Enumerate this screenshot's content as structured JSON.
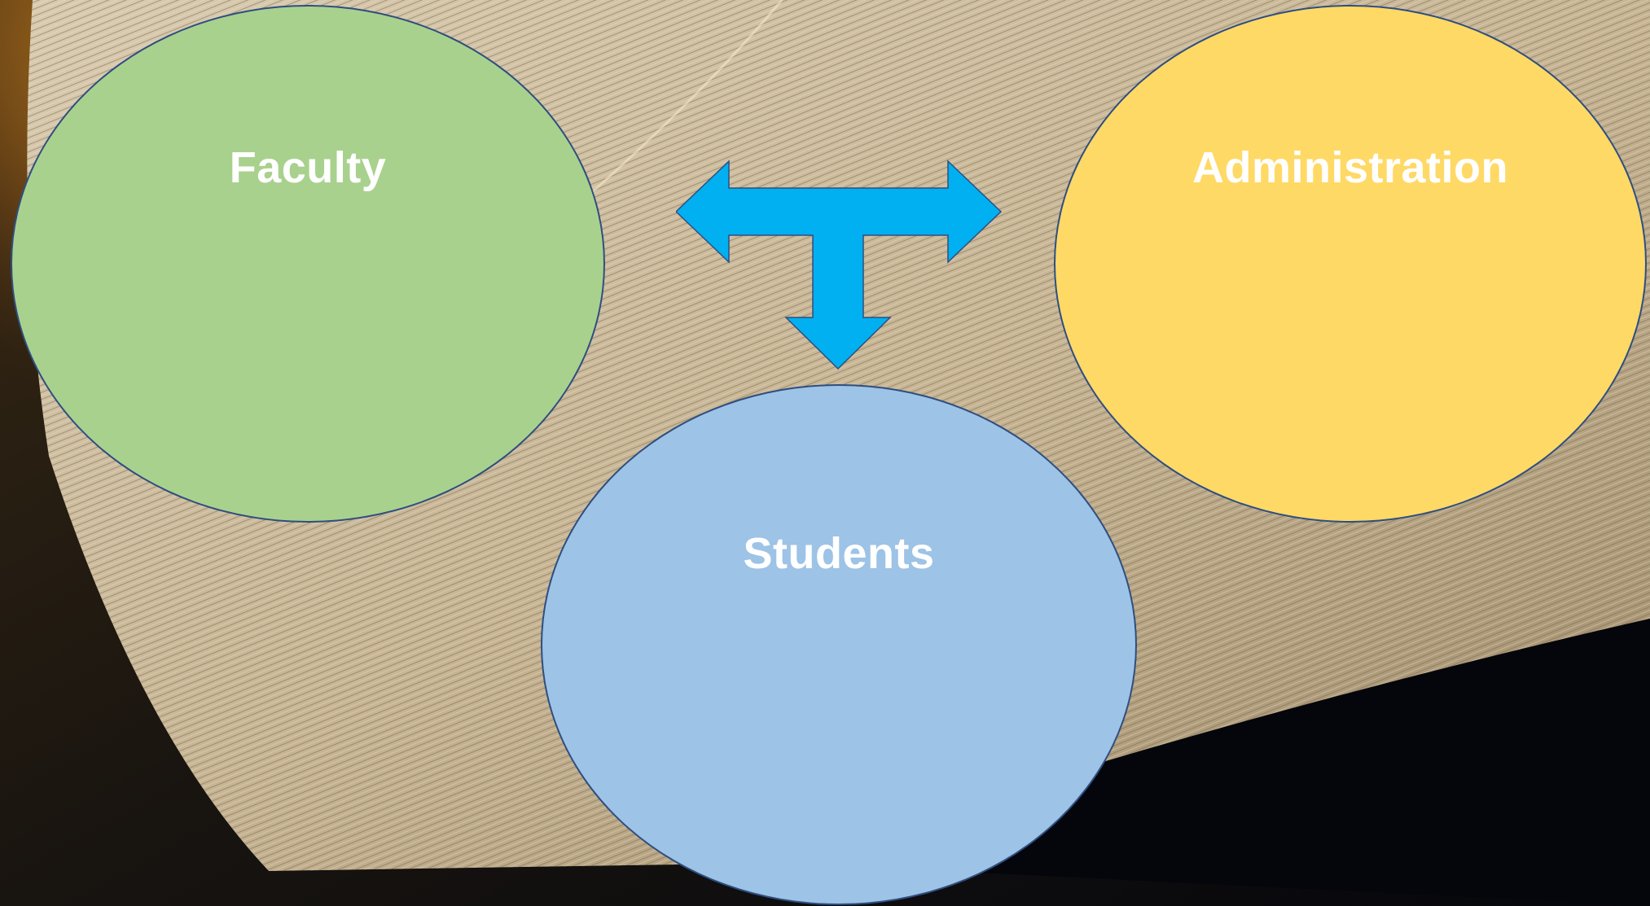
{
  "diagram": {
    "nodes": [
      {
        "id": "faculty",
        "label": "Faculty",
        "color": "#a9d18e"
      },
      {
        "id": "administration",
        "label": "Administration",
        "color": "#ffd966"
      },
      {
        "id": "students",
        "label": "Students",
        "color": "#9dc3e6"
      }
    ],
    "connector": {
      "type": "three-way-arrow",
      "color": "#00b0f0",
      "icon": "t-junction-arrow-icon",
      "connects": [
        "faculty",
        "administration",
        "students"
      ]
    },
    "background": "open-book-pages-photo"
  }
}
